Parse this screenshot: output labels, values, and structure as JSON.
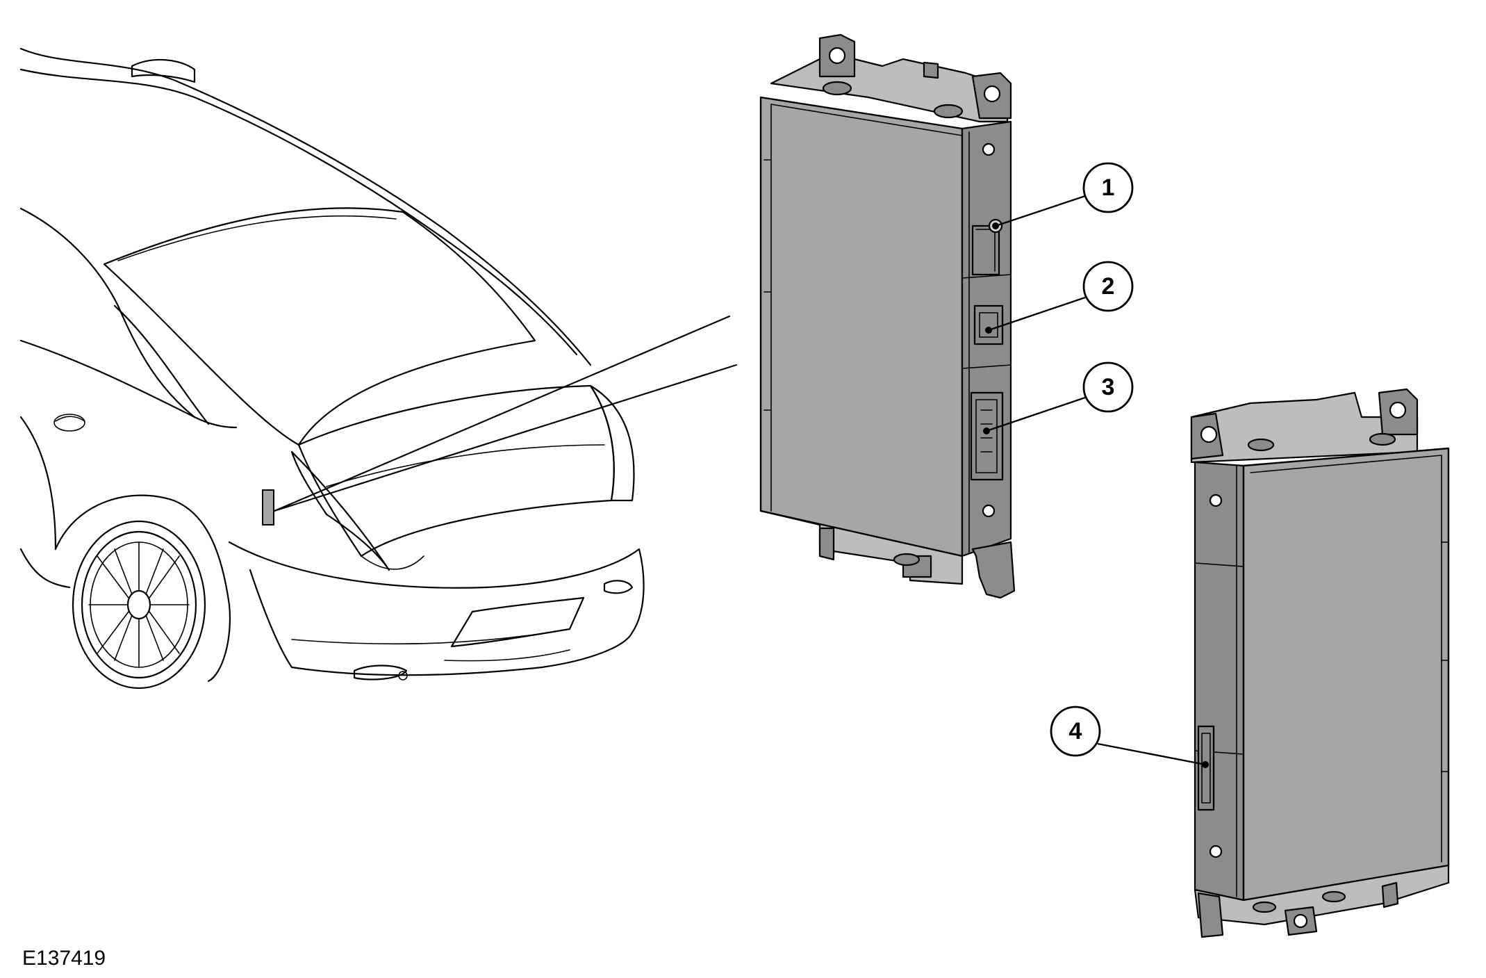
{
  "figure_id": "E137419",
  "callouts": [
    {
      "label": "1"
    },
    {
      "label": "2"
    },
    {
      "label": "3"
    },
    {
      "label": "4"
    }
  ],
  "colors": {
    "line": "#000000",
    "module_body": "#a6a6a6",
    "module_shadow": "#8c8c8c",
    "background": "#ffffff"
  }
}
